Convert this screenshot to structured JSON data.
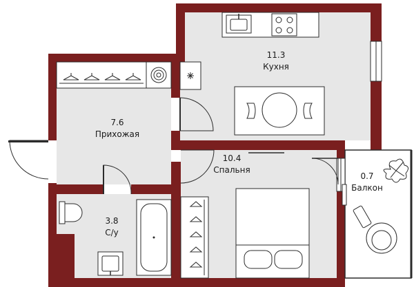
{
  "rooms": {
    "kitchen": {
      "area": "11.3",
      "name": "Кухня"
    },
    "hallway": {
      "area": "7.6",
      "name": "Прихожая"
    },
    "bedroom": {
      "area": "10.4",
      "name": "Спальня"
    },
    "bathroom": {
      "area": "3.8",
      "name": "С/у"
    },
    "balcony": {
      "area": "0.7",
      "name": "Балкон"
    }
  },
  "colors": {
    "wall": "#7a1f1f",
    "floor": "#e7e7e7",
    "line": "#2b2b2b"
  },
  "icons": {
    "washer": "washing-machine-icon",
    "vent": "ventilation-icon",
    "plant": "plant-icon"
  }
}
